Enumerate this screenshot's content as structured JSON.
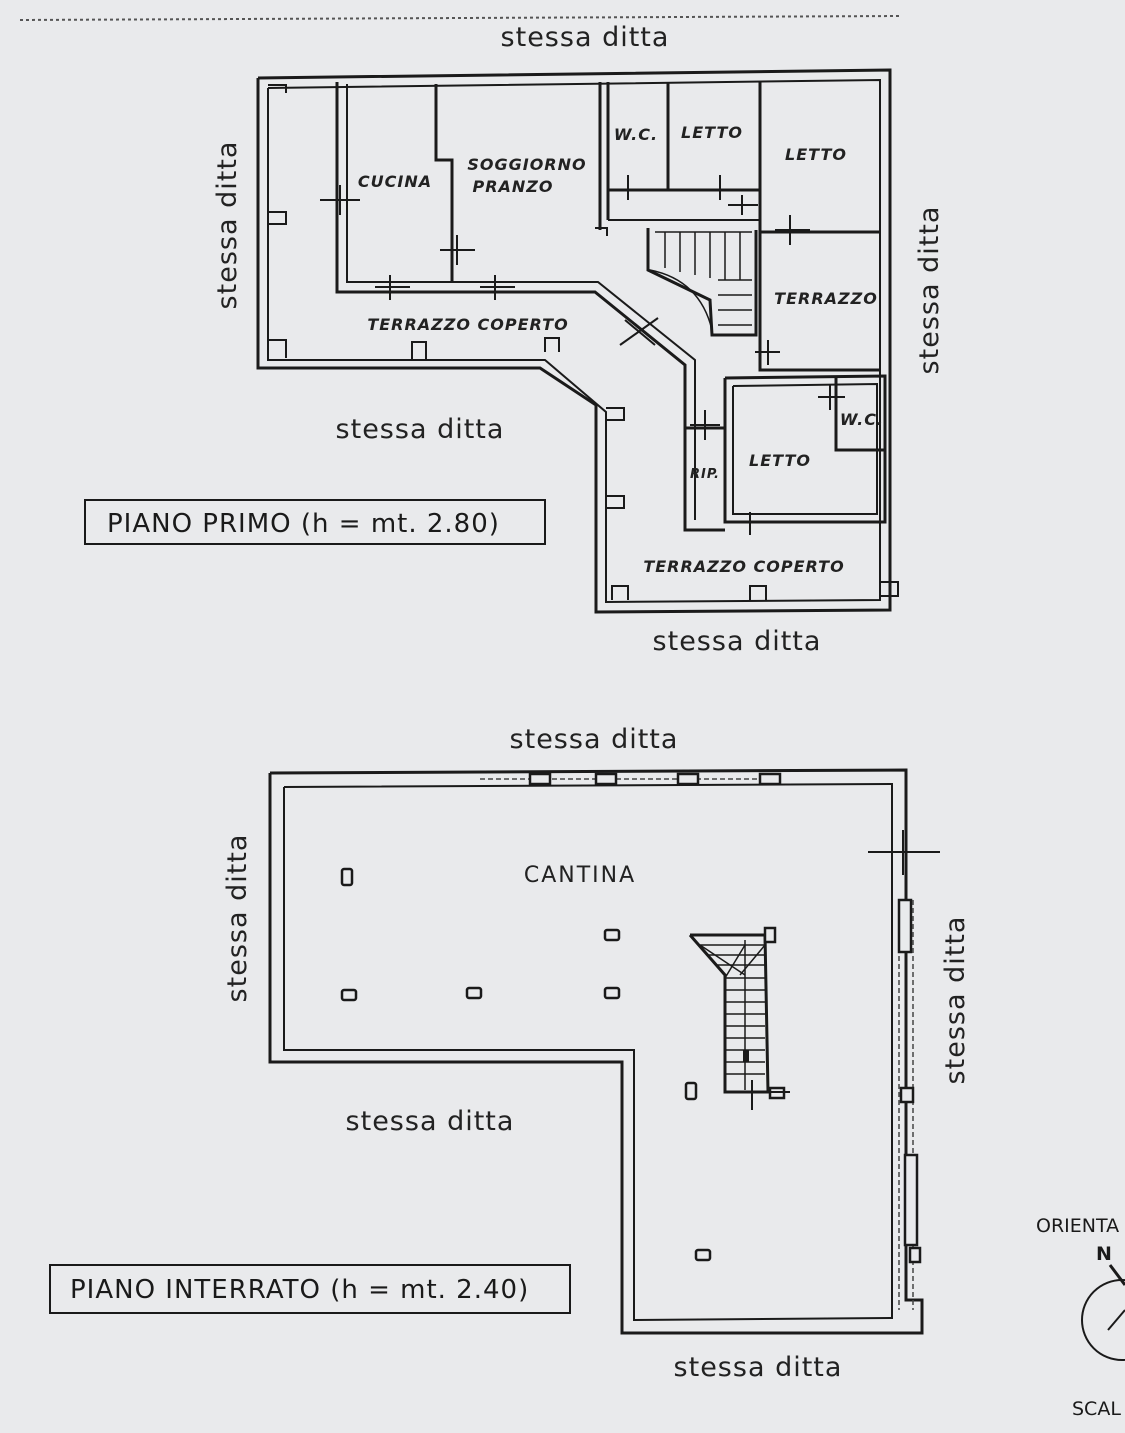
{
  "floor_plan_first": {
    "neighbor_top": "stessa ditta",
    "neighbor_left": "stessa ditta",
    "neighbor_right": "stessa ditta",
    "neighbor_middle": "stessa ditta",
    "neighbor_bottom": "stessa ditta",
    "rooms": {
      "wc_top": "W.C.",
      "letto_top": "LETTO",
      "letto_right": "LETTO",
      "cucina": "CUCINA",
      "soggiorno_line1": "SOGGIORNO",
      "soggiorno_line2": "PRANZO",
      "terrazzo_right": "TERRAZZO",
      "terrazzo_coperto_left": "TERRAZZO   COPERTO",
      "wc_lower": "W.C.",
      "letto_lower": "LETTO",
      "rip": "RIP.",
      "terrazzo_coperto_bottom": "TERRAZZO   COPERTO"
    },
    "title_box": "PIANO  PRIMO   (h = mt. 2.80)"
  },
  "floor_plan_basement": {
    "neighbor_top": "stessa ditta",
    "neighbor_left": "stessa ditta",
    "neighbor_right": "stessa ditta",
    "neighbor_middle": "stessa ditta",
    "neighbor_bottom": "stessa ditta",
    "room": "CANTINA",
    "title_box": "PIANO  INTERRATO   (h = mt. 2.40)"
  },
  "compass": {
    "label_orientation": "ORIENTA",
    "north": "N",
    "label_scale": "SCAL"
  }
}
